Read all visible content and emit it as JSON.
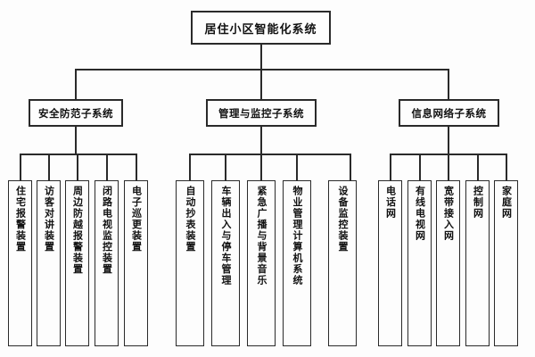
{
  "diagram": {
    "title": "居住小区智能化系统",
    "type": "organizational-tree",
    "levels": 3,
    "colors": {
      "background": "#fdfdfd",
      "line": "#2a2a2a",
      "box_fill": "#fdfdfd",
      "text": "#111111"
    },
    "root": {
      "label": "居住小区智能化系统"
    },
    "subsystems": [
      {
        "label": "安全防范子系统",
        "leaves": [
          {
            "label": "住宅报警装置"
          },
          {
            "label": "访客对讲装置"
          },
          {
            "label": "周边防越报警装置"
          },
          {
            "label": "闭路电视监控装置"
          },
          {
            "label": "电子巡更装置"
          }
        ]
      },
      {
        "label": "管理与监控子系统",
        "leaves": [
          {
            "label": "自动抄表装置"
          },
          {
            "label": "车辆出入与停车管理"
          },
          {
            "label": "紧急广播与背景音乐"
          },
          {
            "label": "物业管理计算机系统"
          },
          {
            "label": "设备监控装置"
          }
        ]
      },
      {
        "label": "信息网络子系统",
        "leaves": [
          {
            "label": "电话网"
          },
          {
            "label": "有线电视网"
          },
          {
            "label": "宽带接入网"
          },
          {
            "label": "控制网"
          },
          {
            "label": "家庭网"
          }
        ]
      }
    ]
  }
}
